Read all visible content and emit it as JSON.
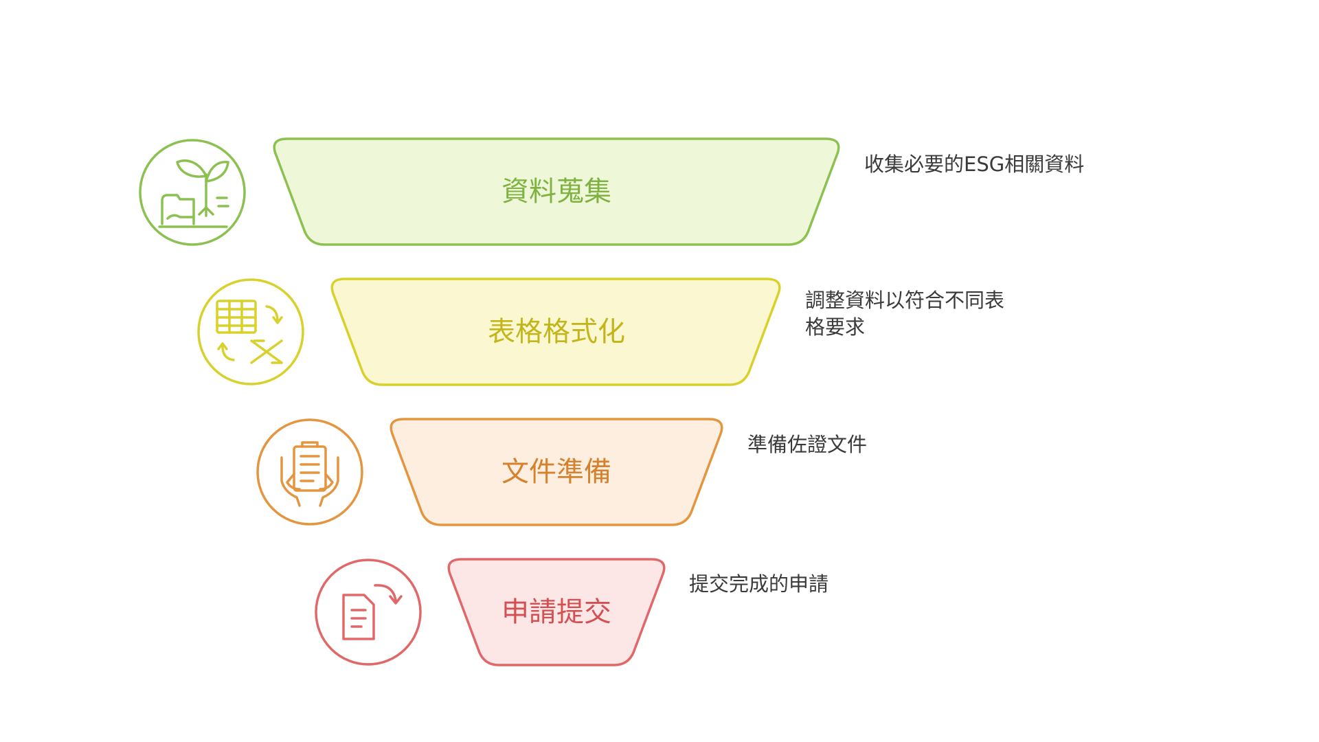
{
  "stages": [
    {
      "label": "資料蒐集",
      "description": "收集必要的ESG相關資料",
      "icon": "seedling-growth-icon",
      "colors": {
        "stroke": "#8cc152",
        "fill": "#eef8d9",
        "text": "#7fb241"
      }
    },
    {
      "label": "表格格式化",
      "description": "調整資料以符合不同表\n格要求",
      "icon": "spreadsheet-convert-icon",
      "colors": {
        "stroke": "#d9d12b",
        "fill": "#fbf7d1",
        "text": "#c2b61c"
      }
    },
    {
      "label": "文件準備",
      "description": "準備佐證文件",
      "icon": "hands-holding-document-icon",
      "colors": {
        "stroke": "#e39540",
        "fill": "#fdeee0",
        "text": "#d4822e"
      }
    },
    {
      "label": "申請提交",
      "description": "提交完成的申請",
      "icon": "document-submit-icon",
      "colors": {
        "stroke": "#e06868",
        "fill": "#fde6e6",
        "text": "#d24f52"
      }
    }
  ]
}
